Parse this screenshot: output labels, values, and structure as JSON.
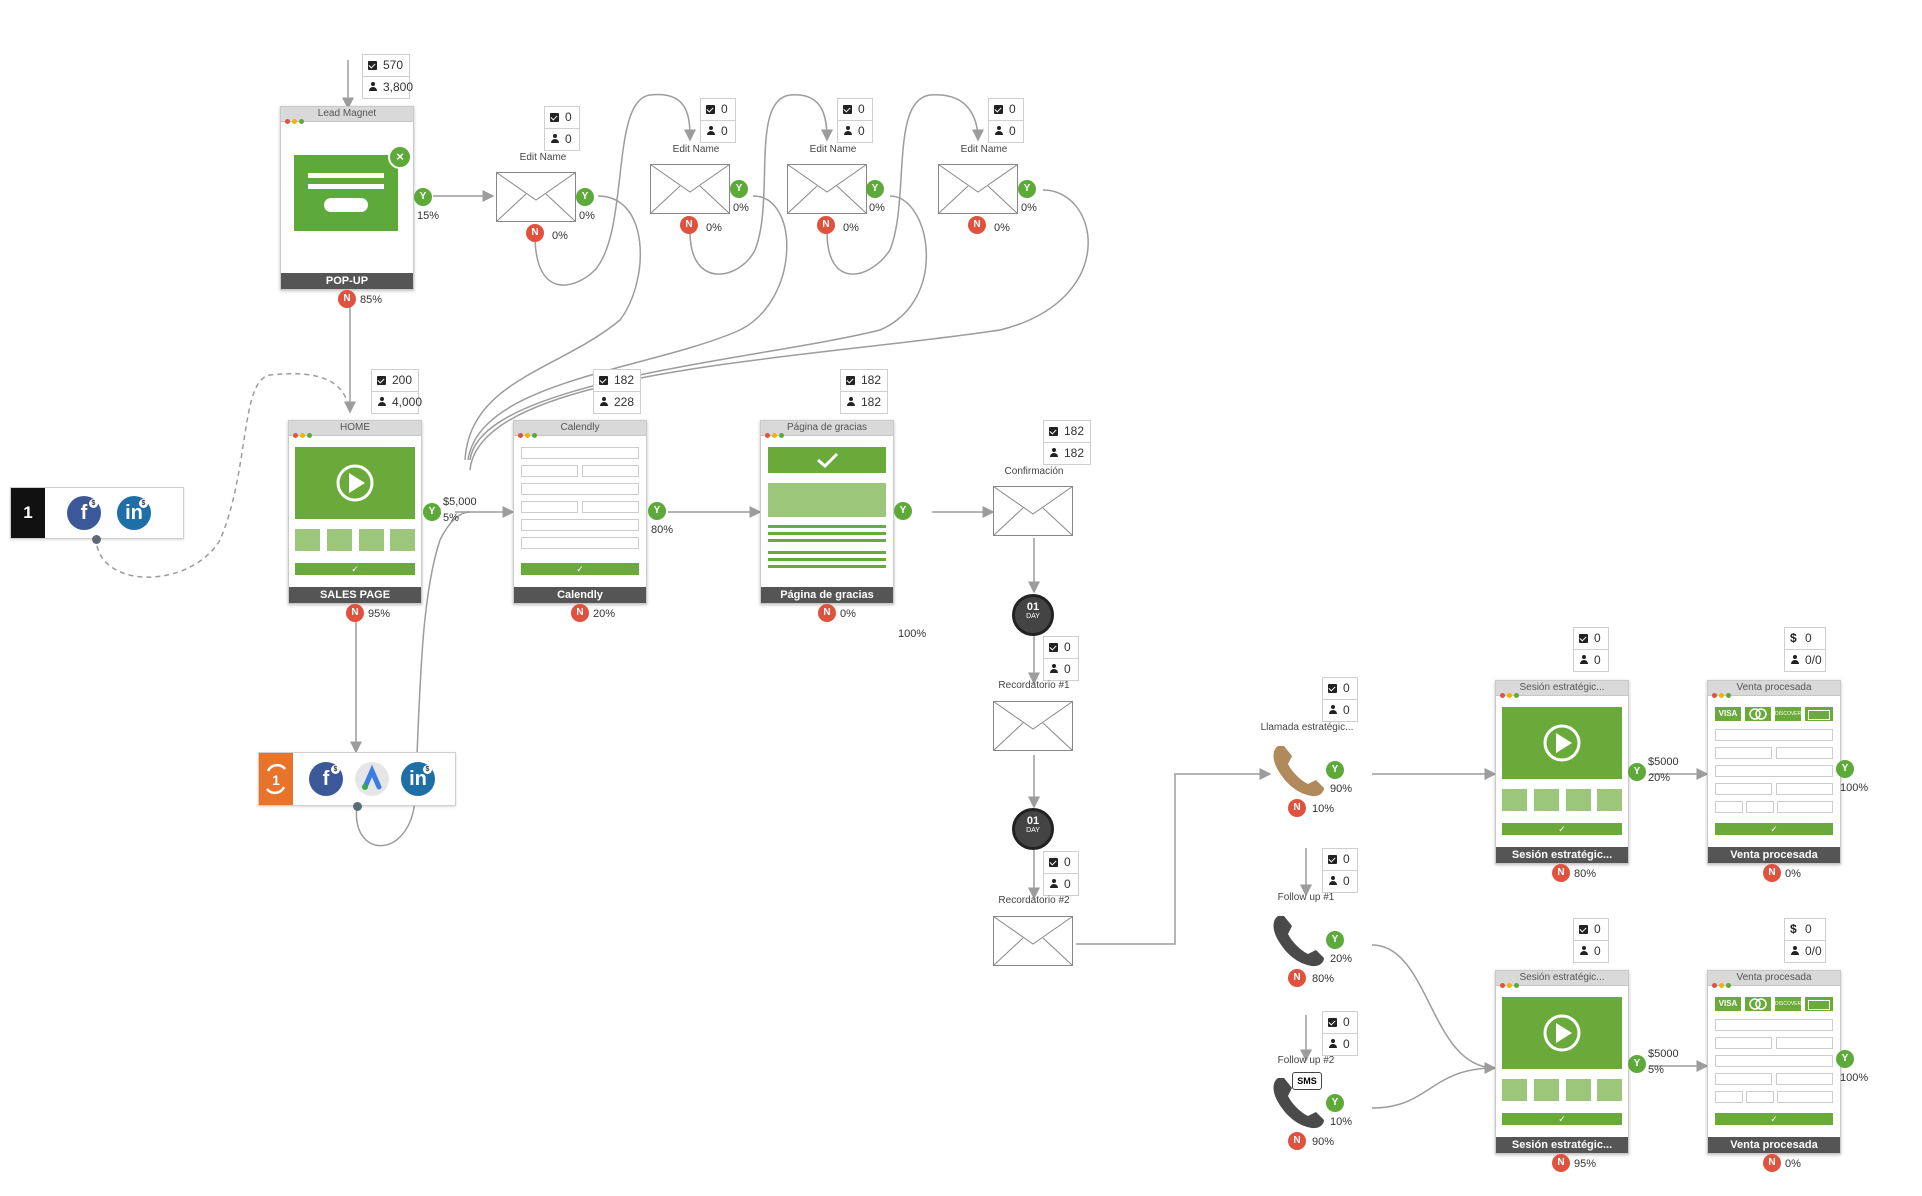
{
  "colors": {
    "green": "#5daa3a",
    "page_green": "#6aaa3a",
    "light_green": "#9cc77a",
    "red": "#e0523e",
    "dark": "#555555",
    "line": "#9c9c9c",
    "facebook": "#3b5998",
    "linkedin": "#1e6fa8",
    "orange": "#e8732a",
    "phone_brown": "#b08a5a",
    "phone_dark": "#4a4a4a"
  },
  "sources": {
    "top": {
      "number": "1"
    },
    "bottom": {}
  },
  "stats": {
    "popup": {
      "a": "570",
      "b": "3,800"
    },
    "home": {
      "a": "200",
      "b": "4,000"
    },
    "calendly": {
      "a": "182",
      "b": "228"
    },
    "gracias": {
      "a": "182",
      "b": "182"
    },
    "confirm": {
      "a": "182",
      "b": "182"
    },
    "email1": {
      "a": "0",
      "b": "0"
    },
    "email2": {
      "a": "0",
      "b": "0"
    },
    "email3": {
      "a": "0",
      "b": "0"
    },
    "email4": {
      "a": "0",
      "b": "0"
    },
    "rec1": {
      "a": "0",
      "b": "0"
    },
    "rec2": {
      "a": "0",
      "b": "0"
    },
    "llamada": {
      "a": "0",
      "b": "0"
    },
    "fu1": {
      "a": "0",
      "b": "0"
    },
    "fu2": {
      "a": "0",
      "b": "0"
    },
    "sesion1": {
      "a": "0",
      "b": "0"
    },
    "sesion2": {
      "a": "0",
      "b": "0"
    },
    "venta1": {
      "a": "0",
      "b": "0/0"
    },
    "venta2": {
      "a": "0",
      "b": "0/0"
    }
  },
  "pages": {
    "popup": {
      "bar": "Lead Magnet",
      "foot": "POP-UP",
      "yes": "15%",
      "no": "85%"
    },
    "home": {
      "bar": "HOME",
      "foot": "SALES PAGE",
      "price": "$5,000",
      "yes": "5%",
      "no": "95%"
    },
    "calendly": {
      "bar": "Calendly",
      "foot": "Calendly",
      "yes": "80%",
      "no": "20%"
    },
    "gracias": {
      "bar": "Página de gracias",
      "foot": "Página de gracias",
      "yes": "100%",
      "no": "0%"
    },
    "sesion1": {
      "bar": "Sesión estratégic...",
      "foot": "Sesión estratégic...",
      "price": "$5000",
      "yes": "20%",
      "no": "80%"
    },
    "sesion2": {
      "bar": "Sesión estratégic...",
      "foot": "Sesión estratégic...",
      "price": "$5000",
      "yes": "5%",
      "no": "95%"
    },
    "venta1": {
      "bar": "Venta procesada",
      "foot": "Venta procesada",
      "yes": "100%",
      "no": "0%"
    },
    "venta2": {
      "bar": "Venta procesada",
      "foot": "Venta procesada",
      "yes": "100%",
      "no": "0%"
    }
  },
  "emails": {
    "e1": {
      "label": "Edit Name",
      "yes": "0%",
      "no": "0%"
    },
    "e2": {
      "label": "Edit Name",
      "yes": "0%",
      "no": "0%"
    },
    "e3": {
      "label": "Edit Name",
      "yes": "0%",
      "no": "0%"
    },
    "e4": {
      "label": "Edit Name",
      "yes": "0%",
      "no": "0%"
    },
    "confirm": {
      "label": "Confirmación"
    },
    "rec1": {
      "label": "Recordatorio #1"
    },
    "rec2": {
      "label": "Recordatorio #2"
    }
  },
  "timers": {
    "t1": {
      "num": "01",
      "unit": "DAY"
    },
    "t2": {
      "num": "01",
      "unit": "DAY"
    }
  },
  "calls": {
    "llamada": {
      "label": "Llamada estratégic...",
      "yes": "90%",
      "no": "10%"
    },
    "fu1": {
      "label": "Follow up #1",
      "yes": "20%",
      "no": "80%"
    },
    "fu2": {
      "label": "Follow up #2",
      "sms": "SMS",
      "yes": "10%",
      "no": "90%"
    }
  },
  "card_names": {
    "visa": "VISA",
    "discover": "DISCOVER"
  },
  "badge": {
    "y": "Y",
    "n": "N"
  }
}
